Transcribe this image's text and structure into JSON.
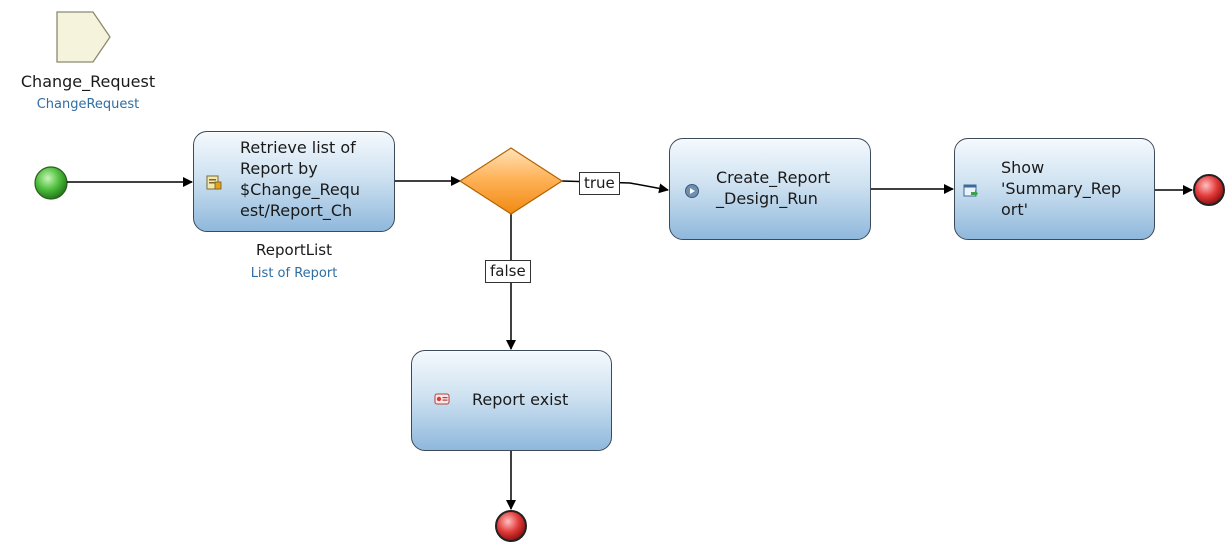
{
  "parameter": {
    "name": "Change_Request",
    "type": "ChangeRequest"
  },
  "retrieve_activity": {
    "label": "Retrieve list of\nReport by\n$Change_Requ\nest/Report_Ch",
    "output_name": "ReportList",
    "output_type": "List of Report",
    "icon": "retrieve-icon"
  },
  "decision": {
    "true_label": "true",
    "false_label": "false"
  },
  "create_activity": {
    "label": "Create_Report\n_Design_Run",
    "icon": "microflow-call-icon"
  },
  "show_activity": {
    "label": "Show\n'Summary_Rep\nort'",
    "icon": "show-page-icon"
  },
  "message_activity": {
    "label": "Report exist",
    "icon": "message-icon"
  },
  "colors": {
    "start_event": "#3cb043",
    "end_event": "#e0303a",
    "decision": "#f7941d",
    "parameter": "#f5f3dc",
    "type_text": "#2f6da3"
  }
}
